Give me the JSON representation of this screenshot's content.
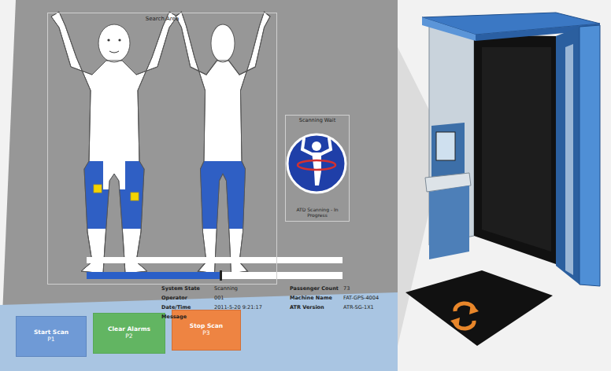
{
  "diagram": {
    "nodes": [
      {
        "text": [
          "Search Area"
        ]
      },
      {
        "text": [
          "Scanning Wait",
          "ATD Scanning - In Progress"
        ]
      },
      {
        "text": [
          "Start Scan",
          "P1"
        ]
      },
      {
        "text": [
          "Clear Alarms",
          "P2"
        ]
      },
      {
        "text": [
          "Stop Scan",
          "P3"
        ]
      }
    ],
    "labels": [
      "System State",
      "Scanning",
      "Passenger Count",
      "73",
      "Operator",
      "001",
      "Machine Name",
      "FAT-GPS-4004",
      "Date/Time",
      "2011-5-20 9:21:17",
      "ATR Version",
      "ATR-SG-1X1",
      "Message"
    ]
  }
}
